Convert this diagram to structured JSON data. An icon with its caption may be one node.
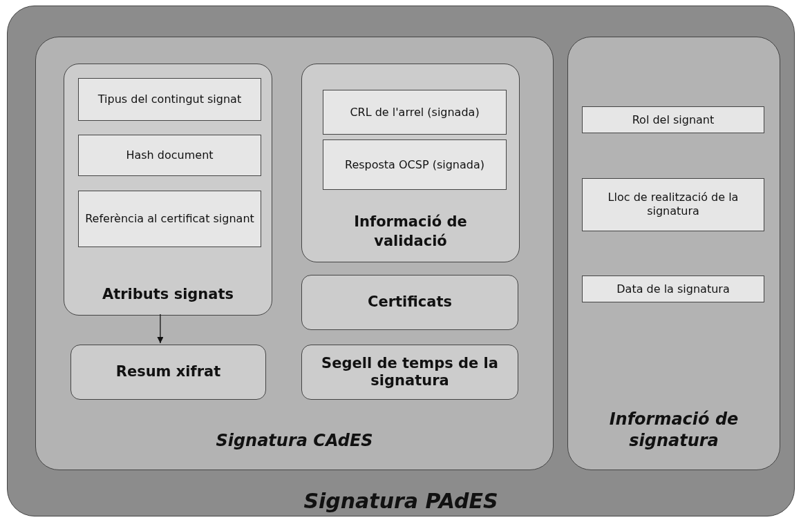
{
  "diagram": {
    "nodes": [
      {
        "text": [
          "Signatura PAdES"
        ]
      },
      {
        "text": [
          "Signatura CAdES"
        ],
        "in": 0
      },
      {
        "text": [
          "Atributs signats"
        ],
        "in": 1
      },
      {
        "text": [
          "Tipus del contingut signat"
        ],
        "in": 2
      },
      {
        "text": [
          "Hash document"
        ],
        "in": 2
      },
      {
        "text": [
          "Referència al certificat signant"
        ],
        "in": 2
      },
      {
        "text": [
          "Informació de validació"
        ],
        "in": 1
      },
      {
        "text": [
          "CRL de l'arrel (signada)"
        ],
        "in": 6
      },
      {
        "text": [
          "Resposta OCSP (signada)"
        ],
        "in": 6
      },
      {
        "text": [
          "Certificats"
        ],
        "in": 1
      },
      {
        "text": [
          "Resum xifrat"
        ],
        "in": 1
      },
      {
        "text": [
          "Segell de temps de la signatura"
        ],
        "in": 1
      },
      {
        "text": [
          "Informació de signatura"
        ],
        "in": 0
      },
      {
        "text": [
          "Rol del signant"
        ],
        "in": 12
      },
      {
        "text": [
          "Lloc de realització de la signatura"
        ],
        "in": 12
      },
      {
        "text": [
          "Data de la signatura"
        ],
        "in": 12
      }
    ],
    "edges": [
      {
        "from": 2,
        "to": 10,
        "arrow": "to"
      }
    ]
  }
}
